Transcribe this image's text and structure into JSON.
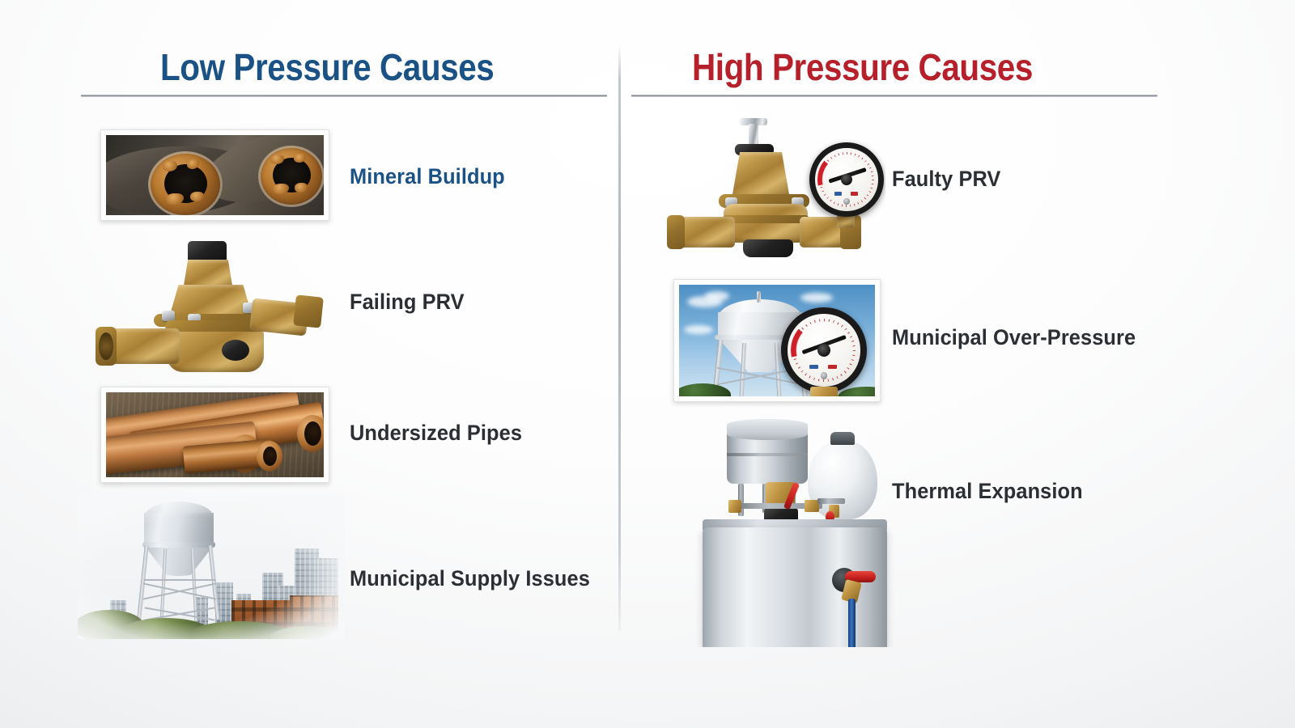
{
  "page": {
    "background_color": "#f7f8f9",
    "accent_blue": "#1b5286",
    "accent_red": "#b5202a",
    "rule_color": "#7c848c"
  },
  "columns": [
    {
      "id": "low-pressure",
      "title": "Low Pressure Causes",
      "title_color": "#1b5286",
      "items": [
        {
          "label": "Mineral Buildup",
          "image": "corroded-pipes-photo",
          "framed": true,
          "emphasis": "accent"
        },
        {
          "label": "Failing PRV",
          "image": "brass-prv-valve-photo",
          "framed": false,
          "emphasis": "normal"
        },
        {
          "label": "Undersized Pipes",
          "image": "copper-pipes-photo",
          "framed": true,
          "emphasis": "normal"
        },
        {
          "label": "Municipal Supply Issues",
          "image": "water-tower-city-photo",
          "framed": false,
          "emphasis": "bold"
        }
      ]
    },
    {
      "id": "high-pressure",
      "title": "High Pressure Causes",
      "title_color": "#b5202a",
      "items": [
        {
          "label": "Faulty PRV",
          "image": "brass-prv-with-gauge-photo",
          "framed": false,
          "emphasis": "normal"
        },
        {
          "label": "Municipal Over-Pressure",
          "image": "water-tower-with-gauge-photo",
          "framed": true,
          "emphasis": "normal"
        },
        {
          "label": "Thermal Expansion",
          "image": "water-heater-expansion-tank-photo",
          "framed": false,
          "emphasis": "normal"
        }
      ]
    }
  ]
}
